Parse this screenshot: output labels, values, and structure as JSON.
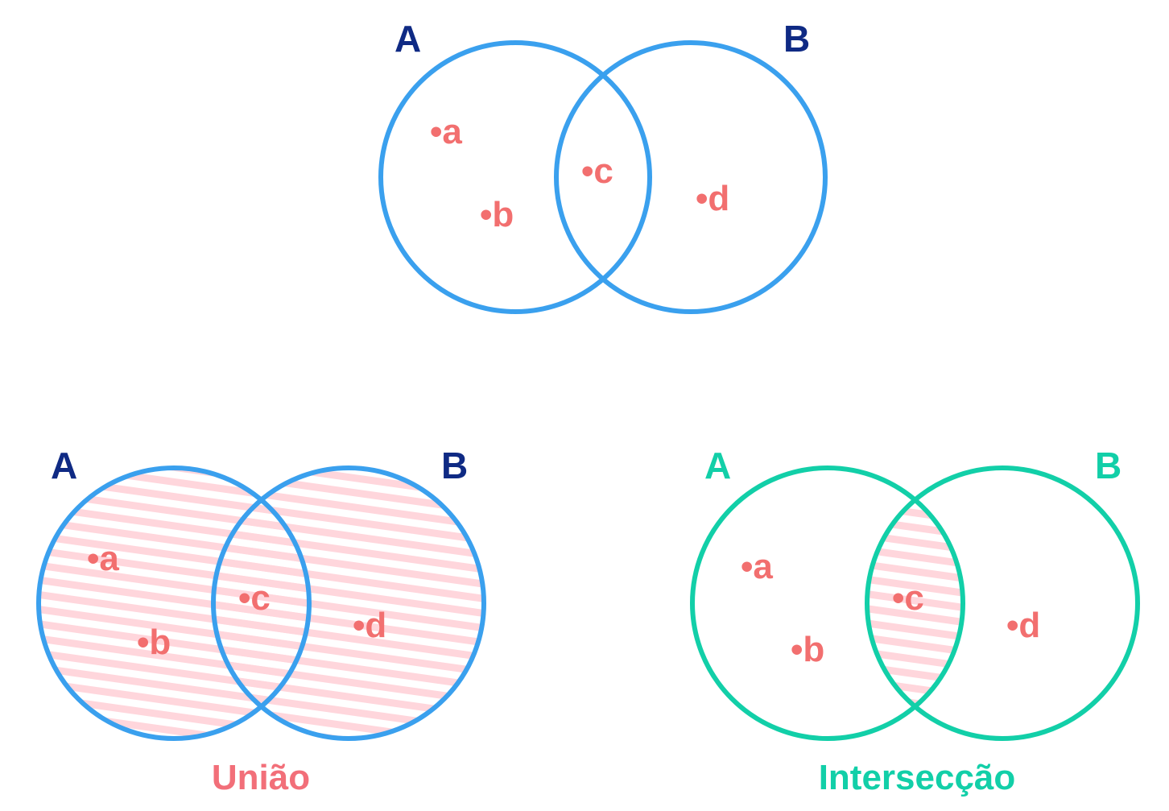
{
  "colors": {
    "blue_circle": "#3aa0ee",
    "navy_label": "#0f2a84",
    "green": "#12cfa8",
    "element": "#f26f6f",
    "hatch": "#ffd6dc",
    "union_caption": "#f26f79"
  },
  "top": {
    "set_a": "A",
    "set_b": "B",
    "elements": {
      "a": "•a",
      "b": "•b",
      "c": "•c",
      "d": "•d"
    }
  },
  "union": {
    "set_a": "A",
    "set_b": "B",
    "elements": {
      "a": "•a",
      "b": "•b",
      "c": "•c",
      "d": "•d"
    },
    "caption": "União"
  },
  "intersection": {
    "set_a": "A",
    "set_b": "B",
    "elements": {
      "a": "•a",
      "b": "•b",
      "c": "•c",
      "d": "•d"
    },
    "caption": "Intersecção"
  }
}
